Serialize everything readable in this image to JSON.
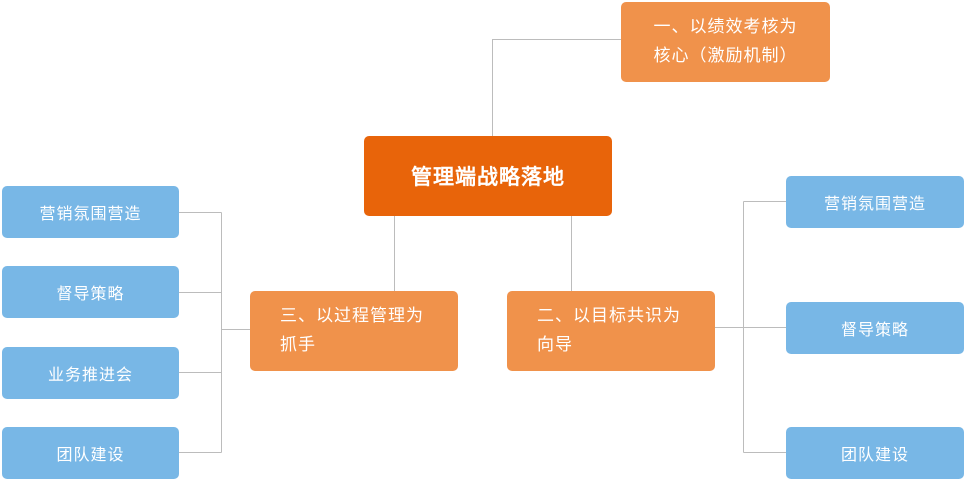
{
  "root": {
    "label": "管理端战略落地"
  },
  "branches": {
    "top": {
      "line1": "一、以绩效考核为",
      "line2": "核心（激励机制）"
    },
    "left": {
      "line1": "三、以过程管理为",
      "line2": "抓手"
    },
    "right": {
      "line1": "二、以目标共识为",
      "line2": "向导"
    }
  },
  "left_items": [
    "营销氛围营造",
    "督导策略",
    "业务推进会",
    "团队建设"
  ],
  "right_items": [
    "营销氛围营造",
    "督导策略",
    "团队建设"
  ],
  "colors": {
    "root": "#e8640a",
    "branch": "#f0924b",
    "leaf": "#78b7e6",
    "line": "#bcbcbc"
  }
}
